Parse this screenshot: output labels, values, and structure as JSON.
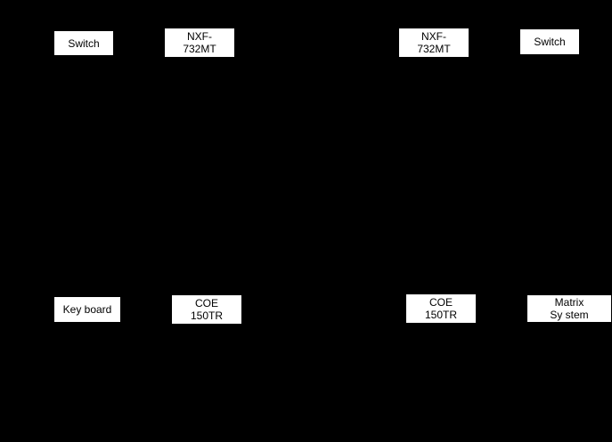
{
  "diagram": {
    "top_row": {
      "switch_left": "Switch",
      "nxf_left": [
        "NXF-",
        "732MT"
      ],
      "nxf_right": [
        "NXF-",
        "732MT"
      ],
      "switch_right": "Switch"
    },
    "bottom_row": {
      "keyboard": "Key board",
      "coe_left": [
        "COE",
        "150TR"
      ],
      "coe_right": [
        "COE",
        "150TR"
      ],
      "matrix": [
        "Matrix",
        "Sy stem"
      ]
    }
  }
}
